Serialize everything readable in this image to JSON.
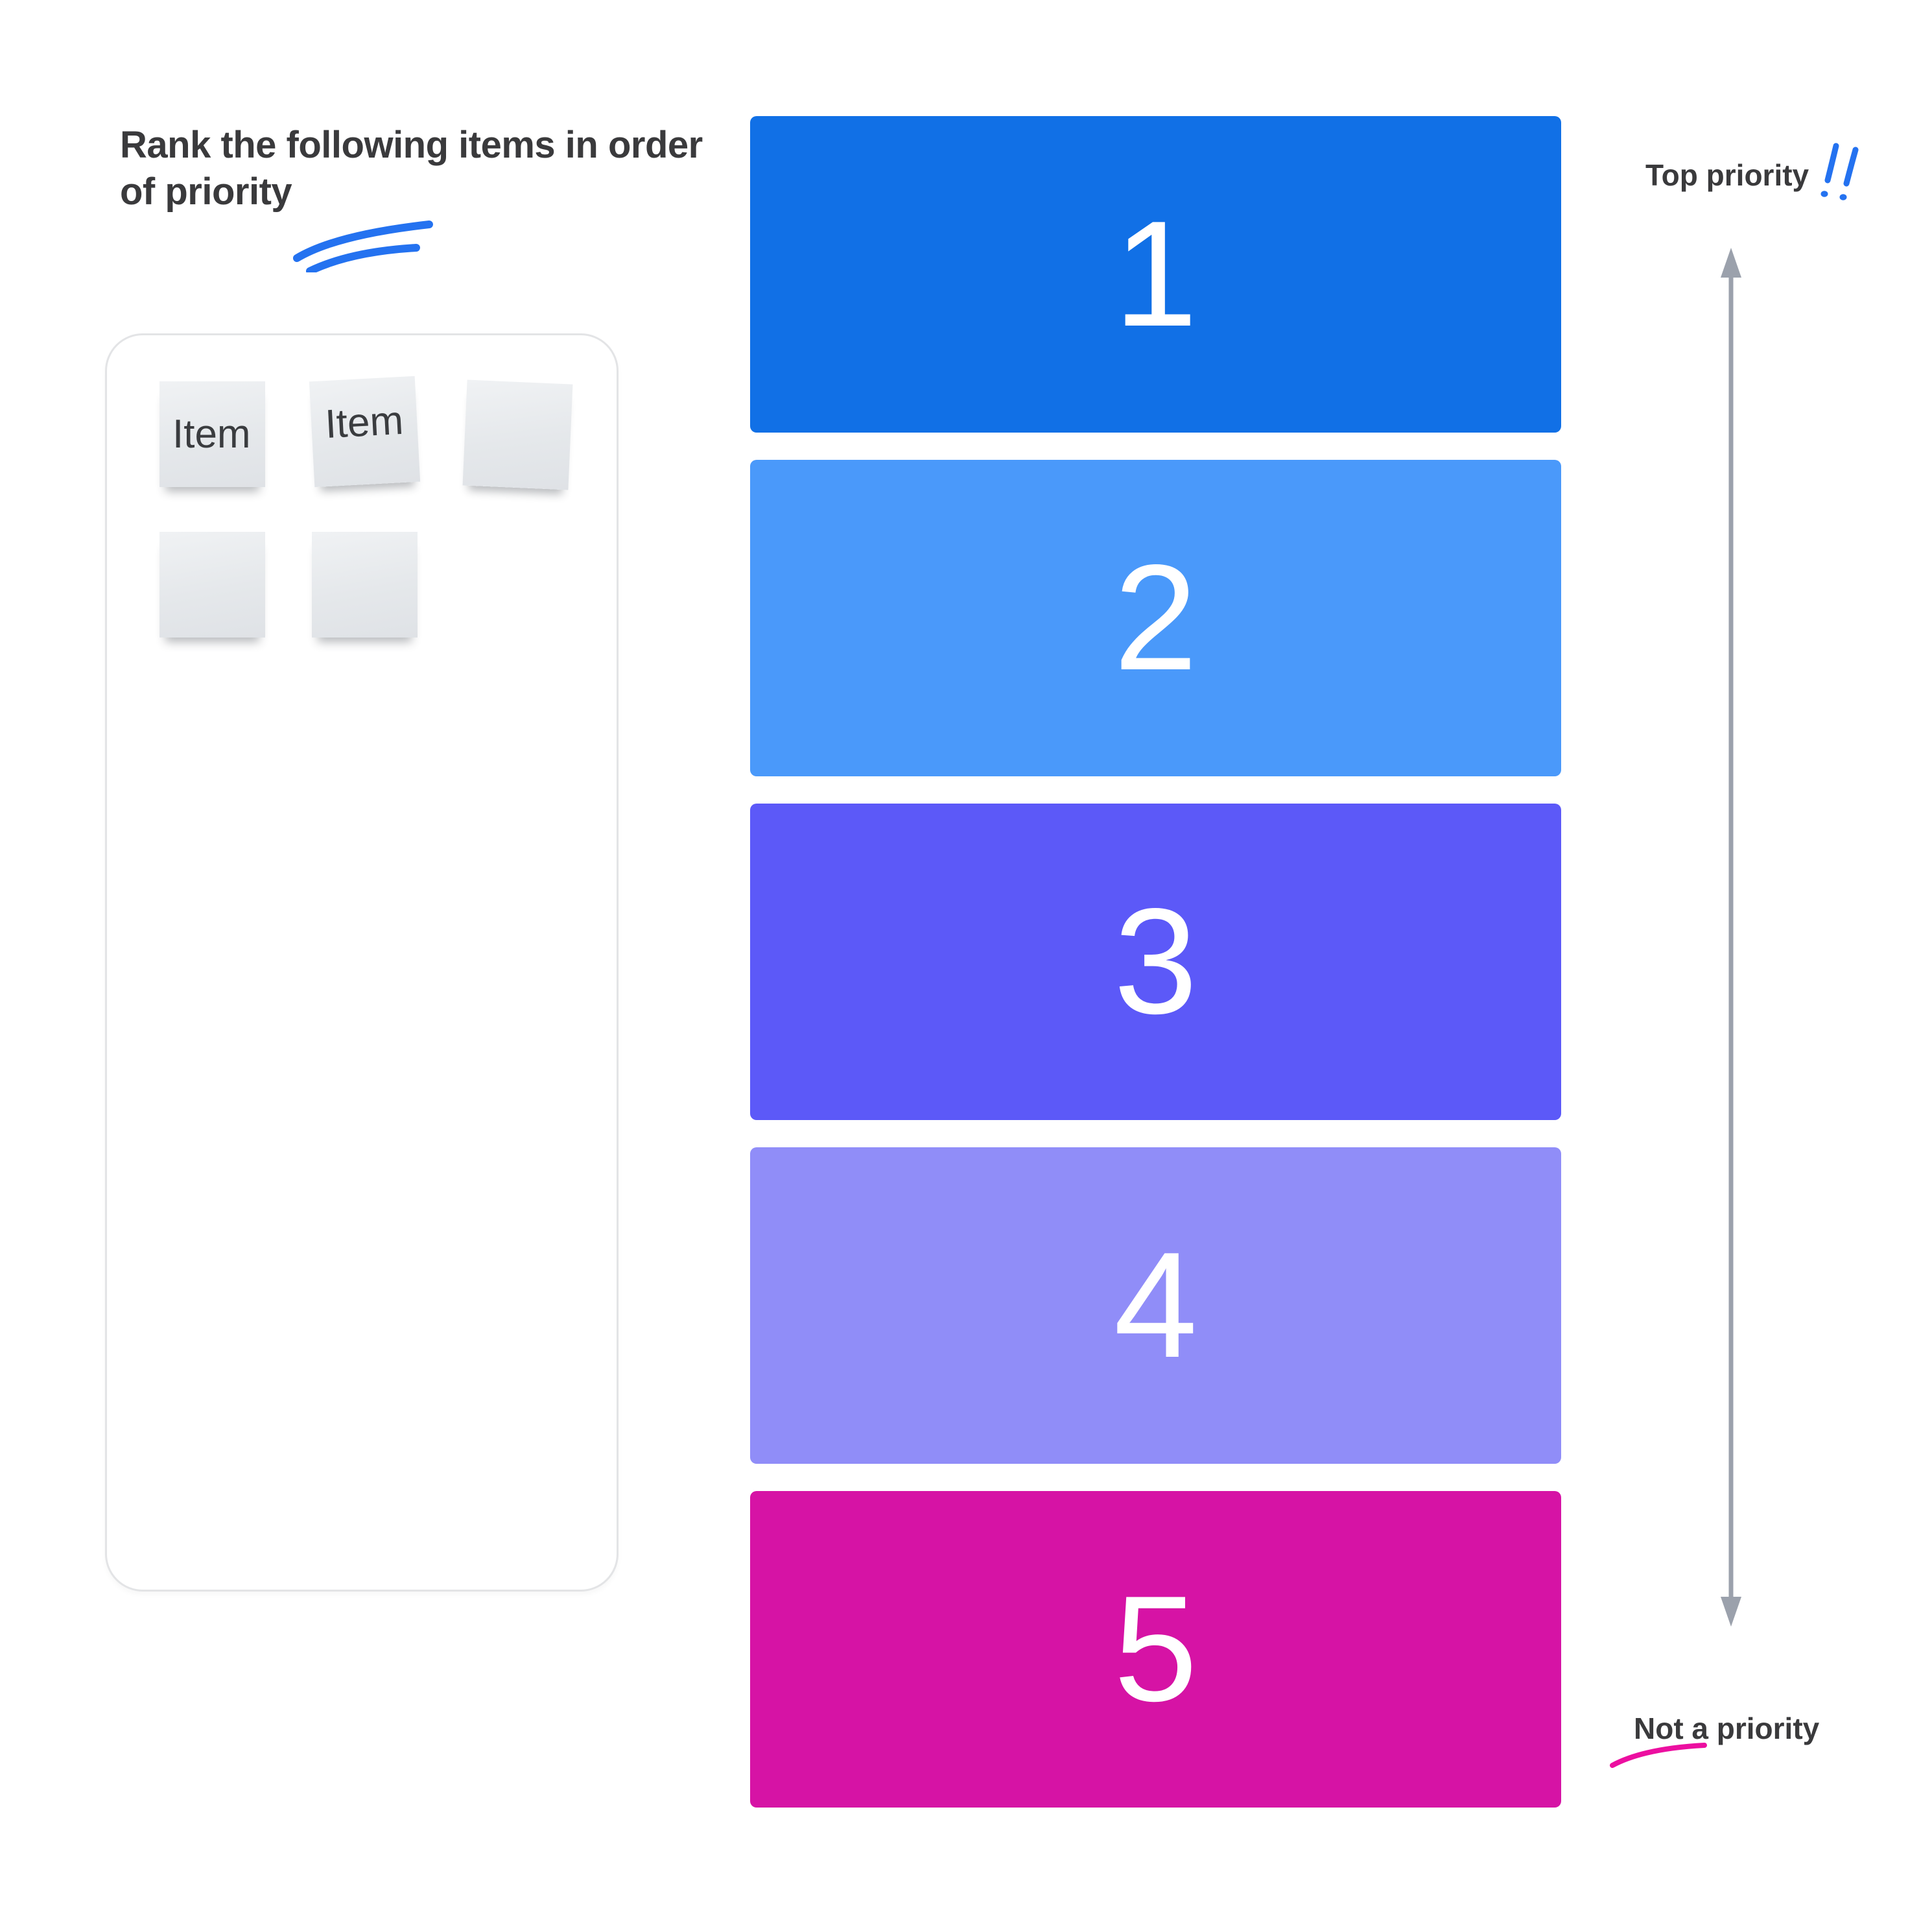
{
  "title": {
    "text": "Rank the following items in order of priority"
  },
  "parking_lot": {
    "notes": [
      {
        "label": "Item"
      },
      {
        "label": "Item"
      },
      {
        "label": ""
      },
      {
        "label": ""
      },
      {
        "label": ""
      }
    ]
  },
  "ranking": {
    "number_color": "#FFFFFF",
    "slots": [
      {
        "rank": "1",
        "color": "#1170E6"
      },
      {
        "rank": "2",
        "color": "#4A99FA"
      },
      {
        "rank": "3",
        "color": "#5C59F8"
      },
      {
        "rank": "4",
        "color": "#908DF8"
      },
      {
        "rank": "5",
        "color": "#D613A5"
      }
    ]
  },
  "axis": {
    "top_label": "Top priority",
    "bottom_label": "Not a priority",
    "arrow_color": "#9BA1AC",
    "exclamation_color": "#2472F0",
    "title_accent_color": "#2472F0",
    "underline_color": "#EC0FA0"
  }
}
